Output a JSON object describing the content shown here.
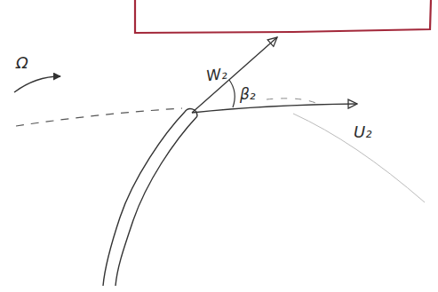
{
  "diagram": {
    "labels": [
      "Ω",
      "W₂",
      "β₂",
      "U₂"
    ]
  }
}
